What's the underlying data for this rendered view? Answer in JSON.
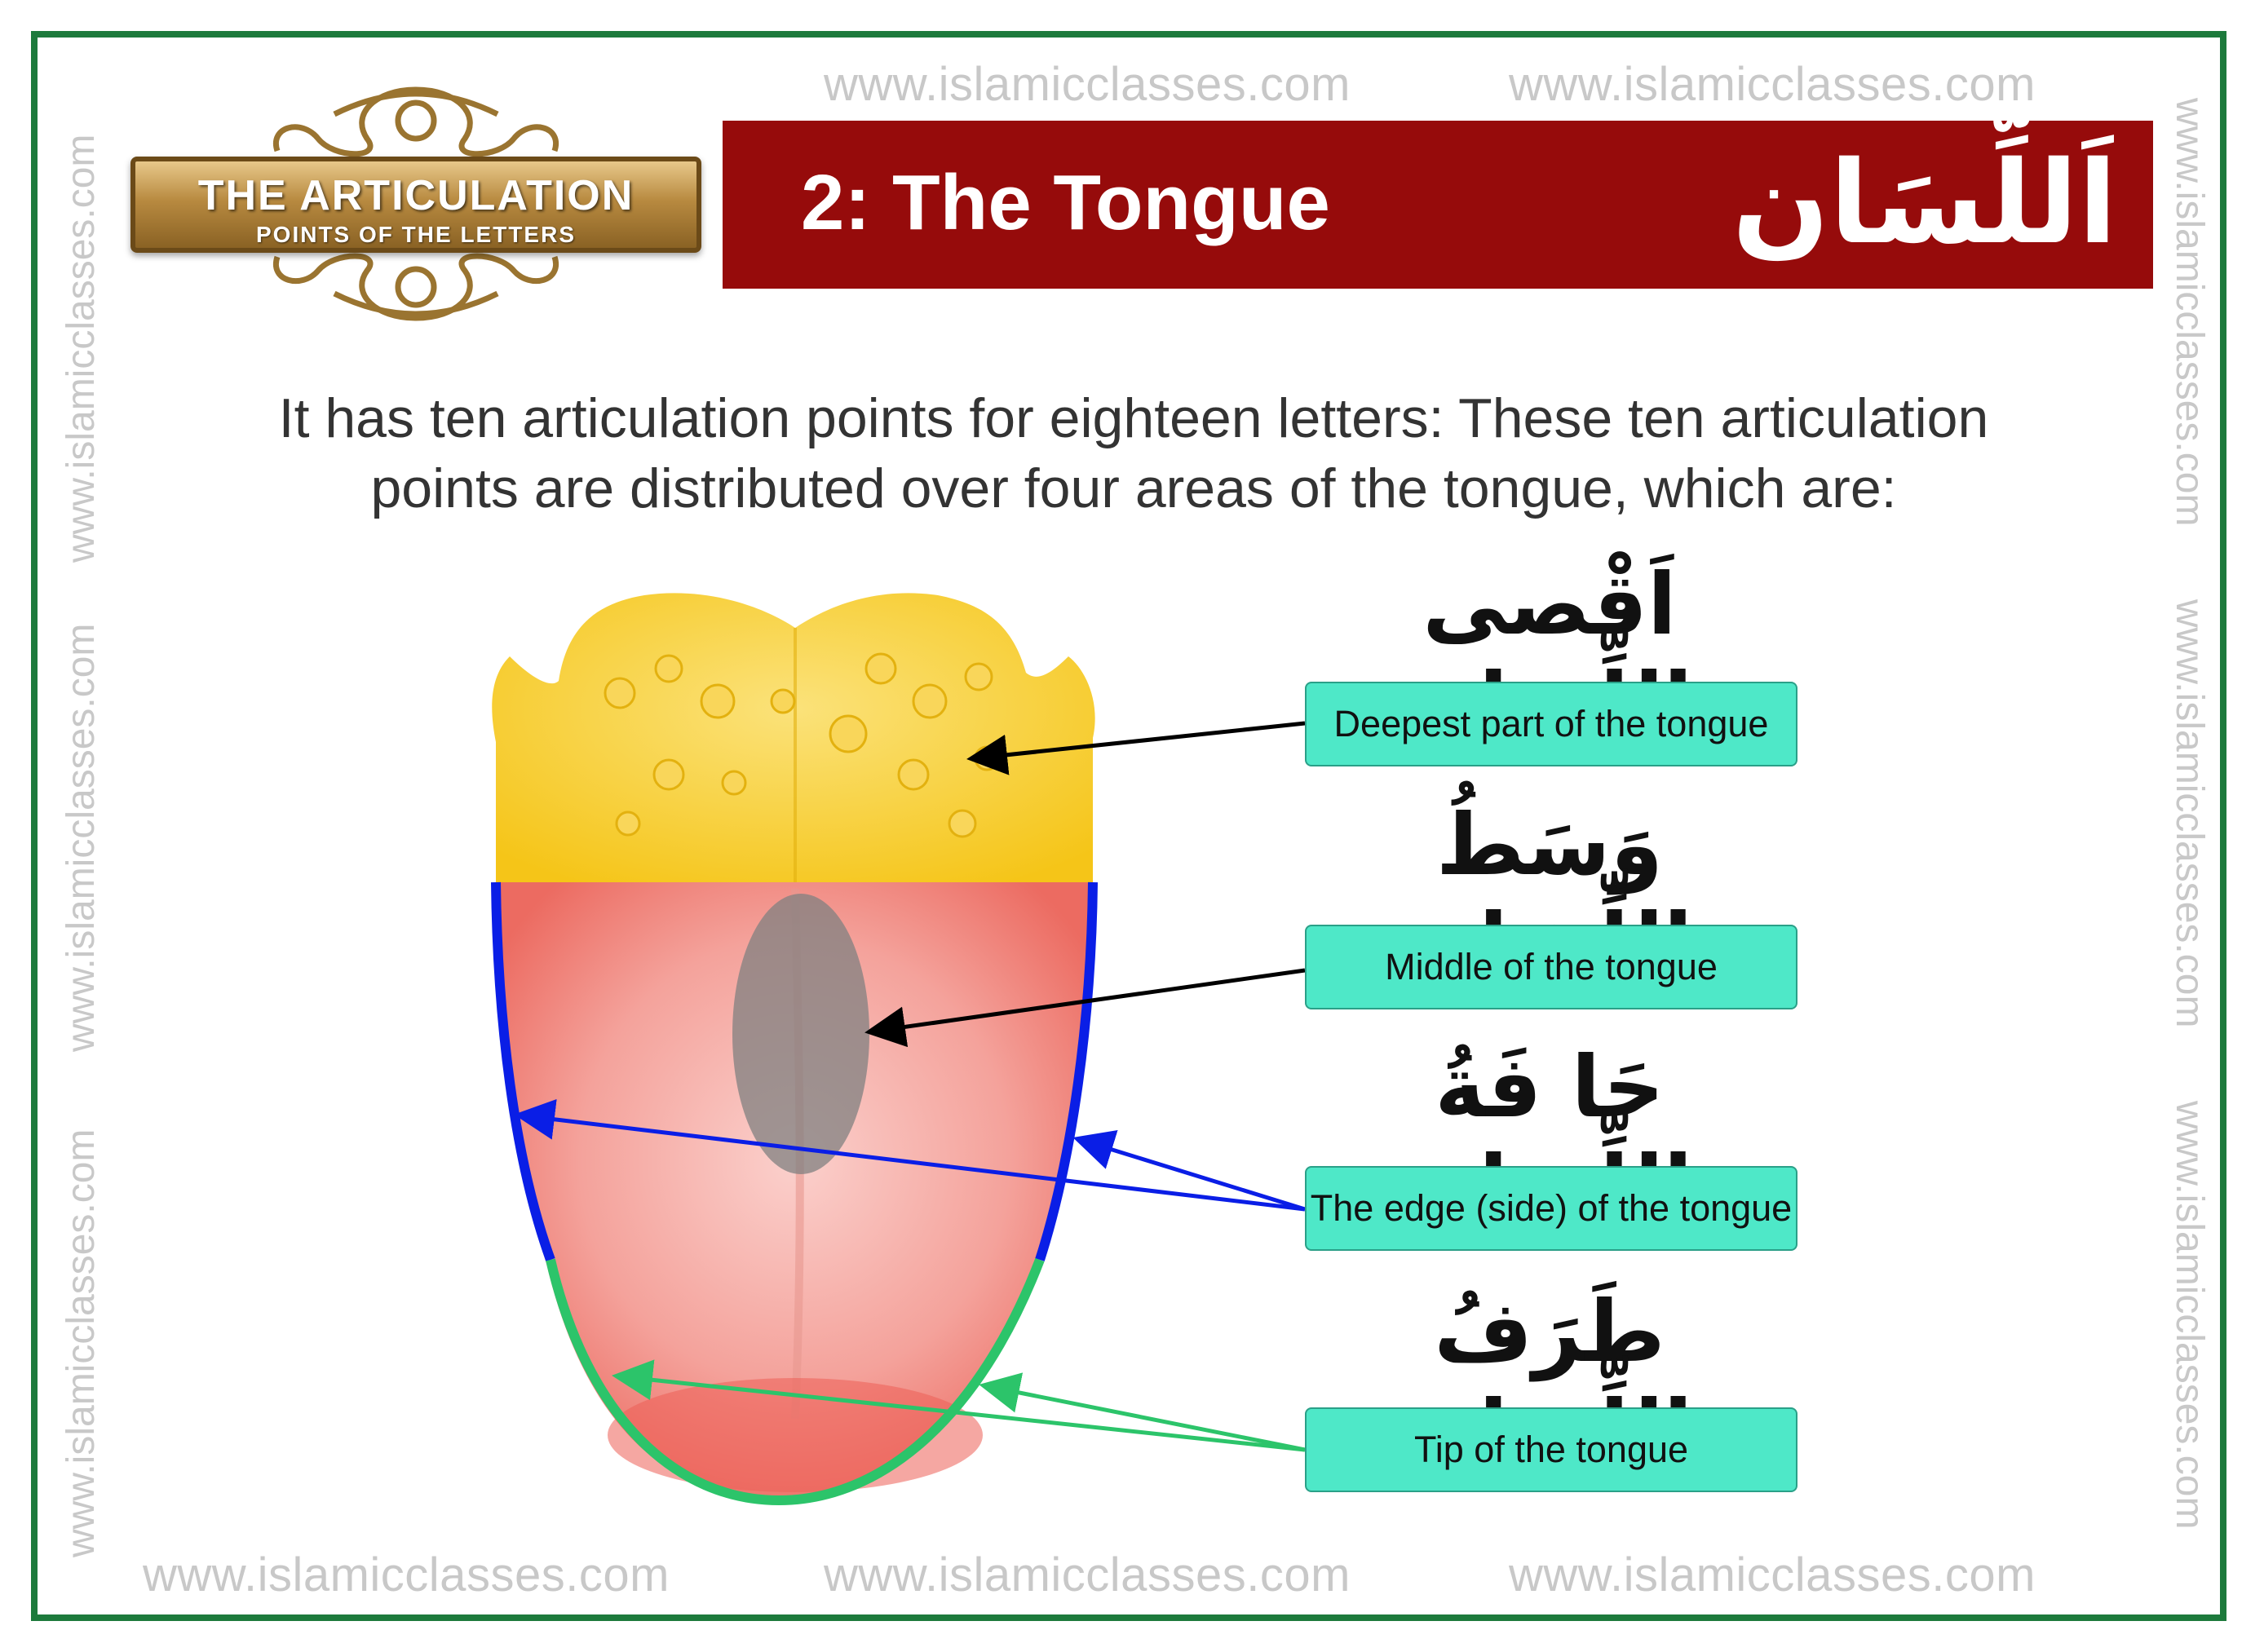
{
  "watermark": {
    "text": "www.islamicclasses.com"
  },
  "badge": {
    "title": "THE ARTICULATION",
    "subtitle": "POINTS OF THE LETTERS"
  },
  "header": {
    "title": "2: The Tongue",
    "arabic": "اَللِّسَان",
    "color": "#960b0b"
  },
  "intro": {
    "line1": "It has ten articulation points for eighteen letters: These ten articulation",
    "line2": "points are distributed over four areas of the tongue, which are:"
  },
  "areas": [
    {
      "arabic": "اَقْصى اللِّسَان",
      "label": "Deepest part of the tongue",
      "color": "#f5c518"
    },
    {
      "arabic": "وَسَطُ اللِّسَان",
      "label": "Middle of the tongue",
      "color": "#808080"
    },
    {
      "arabic": "حَا فَةُ اللِّسَان",
      "label": "The edge (side) of the tongue",
      "color": "#0a1ee6"
    },
    {
      "arabic": "طَرَفُ اللِّسَان",
      "label": "Tip of the tongue",
      "color": "#2cc46a"
    }
  ],
  "colors": {
    "frame": "#1d7a3c",
    "tag_bg": "#4ee8c8"
  }
}
